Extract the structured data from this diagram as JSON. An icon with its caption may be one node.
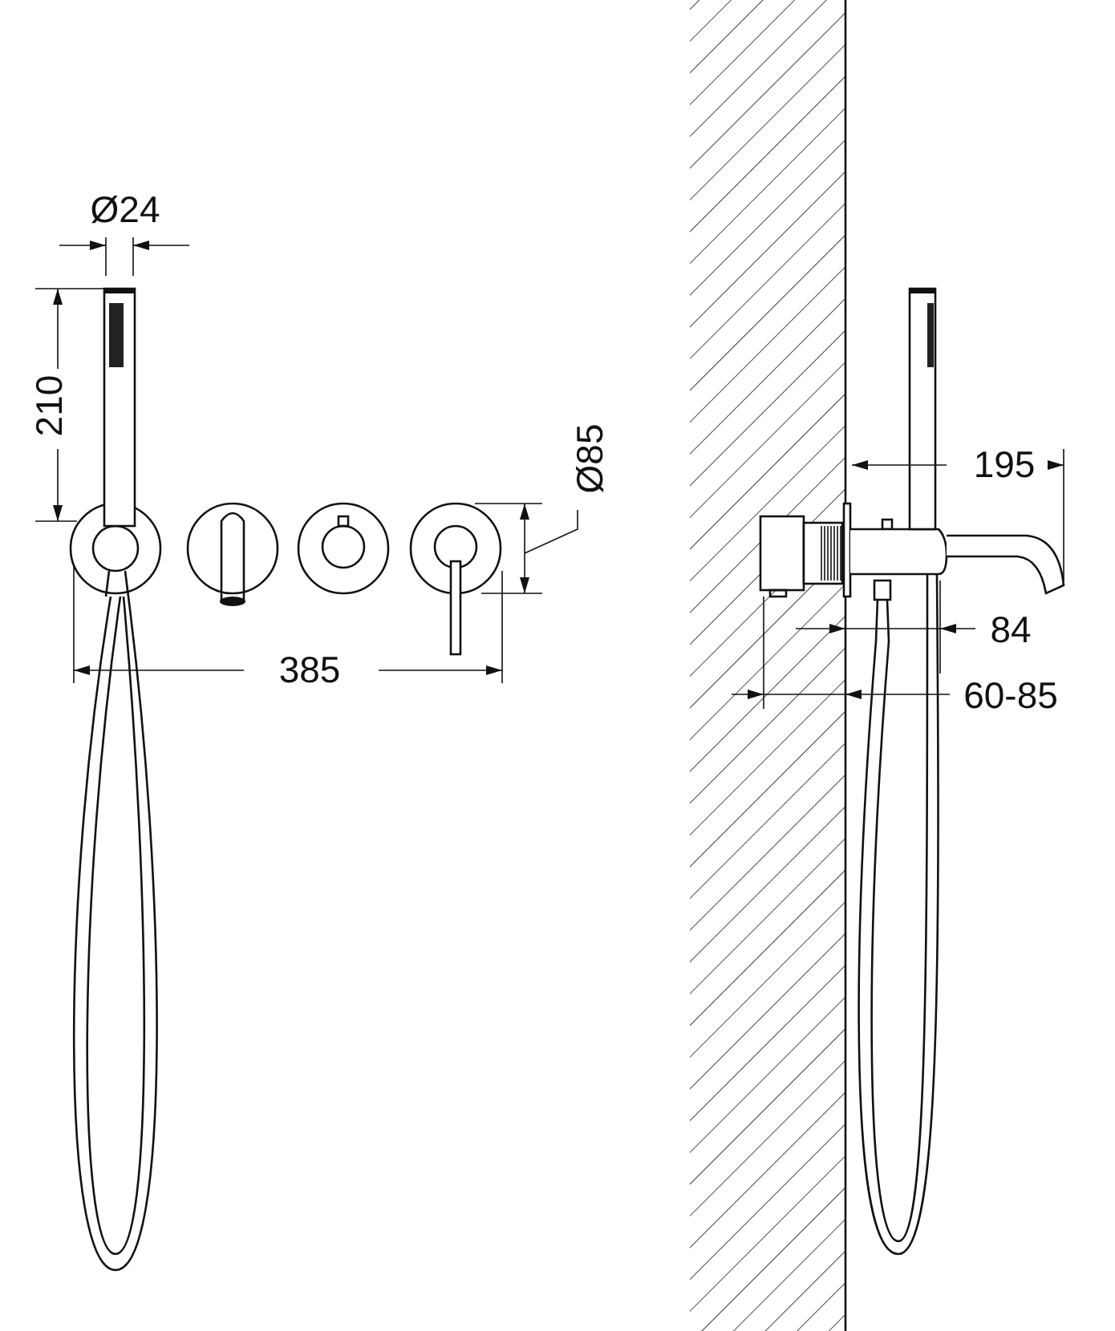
{
  "diagram": {
    "labels": [
      "Ø24",
      "210",
      "Ø85",
      "385",
      "195",
      "84",
      "60-85"
    ]
  }
}
